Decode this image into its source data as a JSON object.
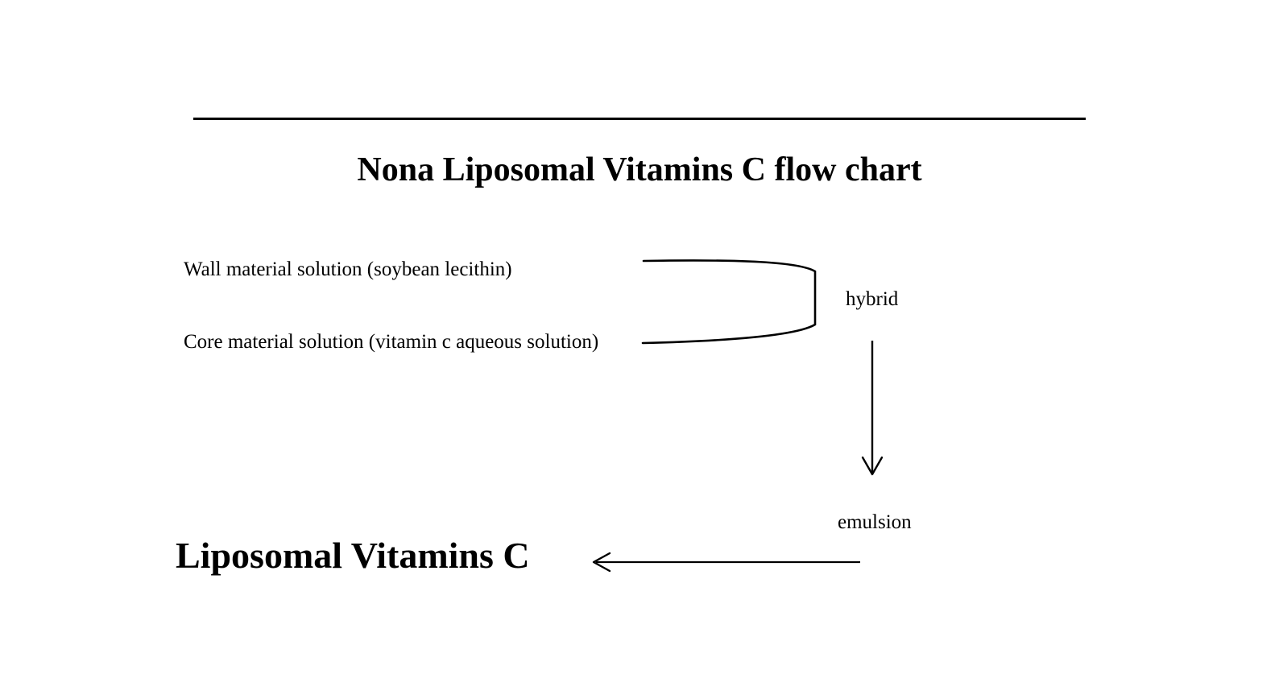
{
  "meta": {
    "background_color": "#ffffff",
    "ink_color": "#000000"
  },
  "document": {
    "title": "Nona Liposomal Vitamins C flow chart"
  },
  "flowchart": {
    "inputs": [
      {
        "label": "Wall material solution (soybean lecithin)"
      },
      {
        "label": "Core material solution (vitamin c aqueous solution)"
      }
    ],
    "merge": {
      "label": "hybrid"
    },
    "intermediate": {
      "label": "emulsion"
    },
    "output": {
      "label": "Liposomal Vitamins C"
    }
  }
}
